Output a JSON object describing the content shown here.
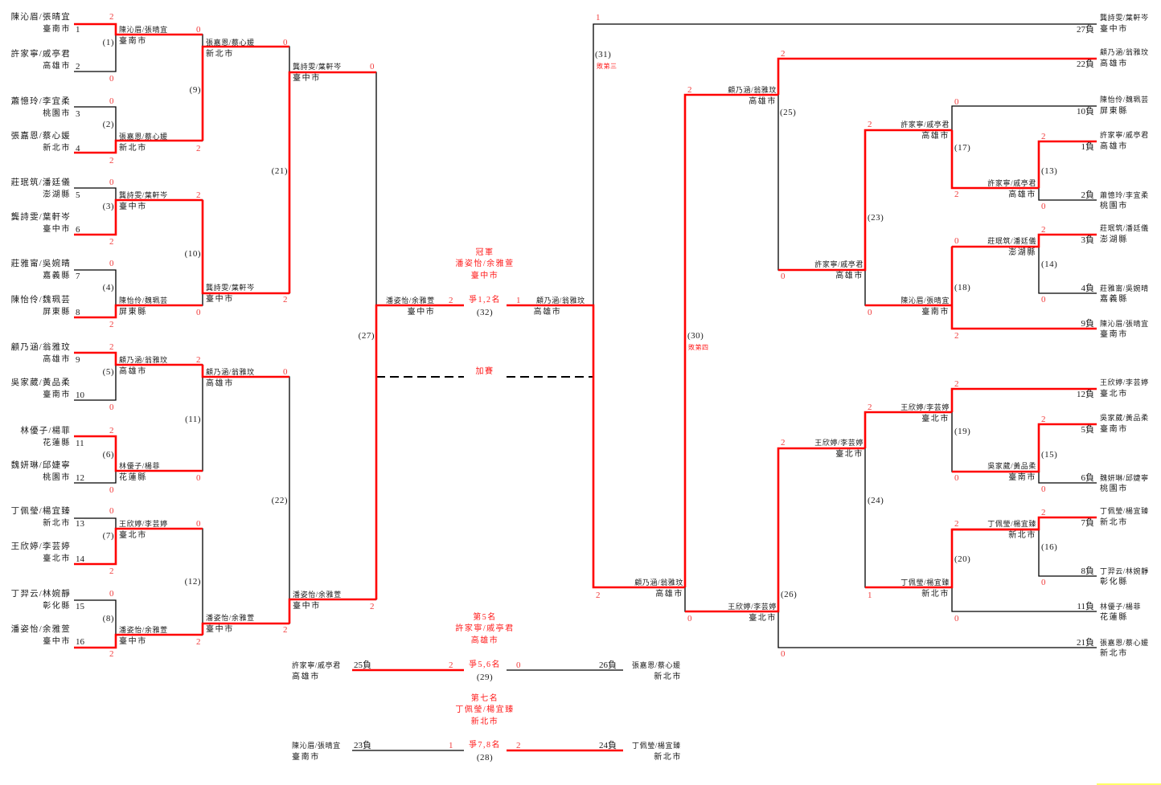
{
  "colors": {
    "winner_path": "#ff0000",
    "bracket_line": "#000000",
    "score_text": "#f03c3c",
    "title_text": "#ff1a1a",
    "highlight": "#ffff66"
  },
  "matches": {
    "1": {
      "label": "(1)",
      "top": {
        "seed": "1",
        "name": "陳沁眉/張晴宜",
        "city": "臺南市",
        "score": "2"
      },
      "bottom": {
        "seed": "2",
        "name": "許家寧/戚亭君",
        "city": "高雄市",
        "score": "0"
      }
    },
    "2": {
      "label": "(2)",
      "top": {
        "seed": "3",
        "name": "蕭憶玲/李宜柔",
        "city": "桃園市",
        "score": "0"
      },
      "bottom": {
        "seed": "4",
        "name": "張嘉恩/蔡心媛",
        "city": "新北市",
        "score": "2"
      }
    },
    "3": {
      "label": "(3)",
      "top": {
        "seed": "5",
        "name": "莊珉筑/潘廷儀",
        "city": "澎湖縣",
        "score": "0"
      },
      "bottom": {
        "seed": "6",
        "name": "龔詩雯/葉軒岑",
        "city": "臺中市",
        "score": "2"
      }
    },
    "4": {
      "label": "(4)",
      "top": {
        "seed": "7",
        "name": "莊雅甯/吳婉晴",
        "city": "嘉義縣",
        "score": "0"
      },
      "bottom": {
        "seed": "8",
        "name": "陳怡伶/魏珮芸",
        "city": "屏東縣",
        "score": "2"
      }
    },
    "5": {
      "label": "(5)",
      "top": {
        "seed": "9",
        "name": "顧乃涵/翁雅玟",
        "city": "高雄市",
        "score": "2"
      },
      "bottom": {
        "seed": "10",
        "name": "吳家葳/黃品柔",
        "city": "臺南市",
        "score": "0"
      }
    },
    "6": {
      "label": "(6)",
      "top": {
        "seed": "11",
        "name": "林優子/楊菲",
        "city": "花蓮縣",
        "score": "2"
      },
      "bottom": {
        "seed": "12",
        "name": "魏妍琳/邱婕寧",
        "city": "桃園市",
        "score": "0"
      }
    },
    "7": {
      "label": "(7)",
      "top": {
        "seed": "13",
        "name": "丁佩瑩/楊宜臻",
        "city": "新北市",
        "score": "0"
      },
      "bottom": {
        "seed": "14",
        "name": "王欣婷/李芸婷",
        "city": "臺北市",
        "score": "2"
      }
    },
    "8": {
      "label": "(8)",
      "top": {
        "seed": "15",
        "name": "丁羿云/林婉靜",
        "city": "彰化縣",
        "score": "0"
      },
      "bottom": {
        "seed": "16",
        "name": "潘姿怡/余雅萱",
        "city": "臺中市",
        "score": "2"
      }
    },
    "9": {
      "label": "(9)",
      "top": {
        "name": "陳沁眉/張晴宜",
        "city": "臺南市",
        "score": "0"
      },
      "bottom": {
        "name": "張嘉恩/蔡心媛",
        "city": "新北市",
        "score": "2"
      }
    },
    "10": {
      "label": "(10)",
      "top": {
        "name": "龔詩雯/葉軒岑",
        "city": "臺中市",
        "score": "2"
      },
      "bottom": {
        "name": "陳怡伶/魏珮芸",
        "city": "屏東縣",
        "score": "0"
      }
    },
    "11": {
      "label": "(11)",
      "top": {
        "name": "顧乃涵/翁雅玟",
        "city": "高雄市",
        "score": "2"
      },
      "bottom": {
        "name": "林優子/楊菲",
        "city": "花蓮縣",
        "score": "0"
      }
    },
    "12": {
      "label": "(12)",
      "top": {
        "name": "王欣婷/李芸婷",
        "city": "臺北市",
        "score": "0"
      },
      "bottom": {
        "name": "潘姿怡/余雅萱",
        "city": "臺中市",
        "score": "2"
      }
    },
    "13": {
      "label": "(13)",
      "top": {
        "from": "1負",
        "name": "許家寧/戚亭君",
        "city": "高雄市",
        "score": "2"
      },
      "bottom": {
        "from": "2負",
        "name": "蕭憶玲/李宜柔",
        "city": "桃園市",
        "score": "0"
      }
    },
    "14": {
      "label": "(14)",
      "top": {
        "from": "3負",
        "name": "莊珉筑/潘廷儀",
        "city": "澎湖縣",
        "score": "2"
      },
      "bottom": {
        "from": "4負",
        "name": "莊雅甯/吳婉晴",
        "city": "嘉義縣",
        "score": "0"
      }
    },
    "15": {
      "label": "(15)",
      "top": {
        "from": "5負",
        "name": "吳家葳/黃品柔",
        "city": "臺南市",
        "score": "2"
      },
      "bottom": {
        "from": "6負",
        "name": "魏妍琳/邱婕寧",
        "city": "桃園市",
        "score": "0"
      }
    },
    "16": {
      "label": "(16)",
      "top": {
        "from": "7負",
        "name": "丁佩瑩/楊宜臻",
        "city": "新北市",
        "score": "2"
      },
      "bottom": {
        "from": "8負",
        "name": "丁羿云/林婉靜",
        "city": "彰化縣",
        "score": "0"
      }
    },
    "17": {
      "label": "(17)",
      "top": {
        "from": "10負",
        "name": "陳怡伶/魏珮芸",
        "city": "屏東縣",
        "score": "0"
      },
      "bottom": {
        "name": "許家寧/戚亭君",
        "city": "高雄市",
        "score": "2"
      }
    },
    "18": {
      "label": "(18)",
      "top": {
        "name": "莊珉筑/潘廷儀",
        "city": "澎湖縣",
        "score": "0"
      },
      "bottom": {
        "from": "9負",
        "name": "陳沁眉/張晴宜",
        "city": "臺南市",
        "score": "2"
      }
    },
    "19": {
      "label": "(19)",
      "top": {
        "from": "12負",
        "name": "王欣婷/李芸婷",
        "city": "臺北市",
        "score": "2"
      },
      "bottom": {
        "name": "吳家葳/黃品柔",
        "city": "臺南市",
        "score": "0"
      }
    },
    "20": {
      "label": "(20)",
      "top": {
        "name": "丁佩瑩/楊宜臻",
        "city": "新北市",
        "score": "2"
      },
      "bottom": {
        "from": "11負",
        "name": "林優子/楊菲",
        "city": "花蓮縣",
        "score": "0"
      }
    },
    "21": {
      "label": "(21)",
      "top": {
        "name": "張嘉恩/蔡心媛",
        "city": "新北市",
        "score": "0"
      },
      "bottom": {
        "name": "龔詩雯/葉軒岑",
        "city": "臺中市",
        "score": "2"
      }
    },
    "22": {
      "label": "(22)",
      "top": {
        "name": "顧乃涵/翁雅玟",
        "city": "高雄市",
        "score": "0"
      },
      "bottom": {
        "name": "潘姿怡/余雅萱",
        "city": "臺中市",
        "score": "2"
      }
    },
    "23": {
      "label": "(23)",
      "top": {
        "name": "許家寧/戚亭君",
        "city": "高雄市",
        "score": "2"
      },
      "bottom": {
        "name": "陳沁眉/張晴宜",
        "city": "臺南市",
        "score": "0"
      }
    },
    "24": {
      "label": "(24)",
      "top": {
        "name": "王欣婷/李芸婷",
        "city": "臺北市",
        "score": "2"
      },
      "bottom": {
        "name": "丁佩瑩/楊宜臻",
        "city": "新北市",
        "score": "1"
      }
    },
    "25": {
      "label": "(25)",
      "top": {
        "from": "22負",
        "name": "顧乃涵/翁雅玟",
        "city": "高雄市",
        "score": "2"
      },
      "bottom": {
        "name": "許家寧/戚亭君",
        "city": "高雄市",
        "score": "0"
      }
    },
    "26": {
      "label": "(26)",
      "top": {
        "name": "王欣婷/李芸婷",
        "city": "臺北市",
        "score": "2"
      },
      "bottom": {
        "from": "21負",
        "name": "張嘉恩/蔡心媛",
        "city": "新北市",
        "score": "0"
      }
    },
    "27": {
      "label": "(27)",
      "top": {
        "name": "龔詩雯/葉軒岑",
        "city": "臺中市",
        "score": "0"
      },
      "bottom": {
        "name": "潘姿怡/余雅萱",
        "city": "臺中市",
        "score": "2"
      }
    },
    "28": {
      "label": "(28)",
      "title": "爭7,8名",
      "left": {
        "from": "23負",
        "name": "陳沁眉/張晴宜",
        "city": "臺南市",
        "score": "1"
      },
      "right": {
        "from": "24負",
        "name": "丁佩瑩/楊宜臻",
        "city": "新北市",
        "score": "2"
      },
      "result": {
        "title": "第七名",
        "name": "丁佩瑩/楊宜臻",
        "city": "新北市"
      }
    },
    "29": {
      "label": "(29)",
      "title": "爭5,6名",
      "left": {
        "from": "25負",
        "name": "許家寧/戚亭君",
        "city": "高雄市",
        "score": "2"
      },
      "right": {
        "from": "26負",
        "name": "張嘉恩/蔡心媛",
        "city": "新北市",
        "score": "0"
      },
      "result": {
        "title": "第5名",
        "name": "許家寧/戚亭君",
        "city": "高雄市"
      }
    },
    "30": {
      "label": "(30)",
      "note": "敗第四",
      "top": {
        "name": "顧乃涵/翁雅玟",
        "city": "高雄市",
        "score": "2"
      },
      "bottom": {
        "name": "王欣婷/李芸婷",
        "city": "臺北市",
        "score": "0"
      }
    },
    "31": {
      "label": "(31)",
      "note": "敗第三",
      "top": {
        "from": "27負",
        "name": "龔詩雯/葉軒岑",
        "city": "臺中市",
        "score": "1"
      },
      "bottom": {
        "name": "顧乃涵/翁雅玟",
        "city": "高雄市",
        "score": "2"
      }
    },
    "32": {
      "label": "(32)",
      "title": "爭1,2名",
      "left": {
        "name": "潘姿怡/余雅萱",
        "city": "臺中市",
        "score": "2"
      },
      "right": {
        "name": "顧乃涵/翁雅玟",
        "city": "高雄市",
        "score": "1"
      },
      "result": {
        "title": "冠軍",
        "name": "潘姿怡/余雅萱",
        "city": "臺中市"
      },
      "playoff_label": "加賽"
    }
  }
}
